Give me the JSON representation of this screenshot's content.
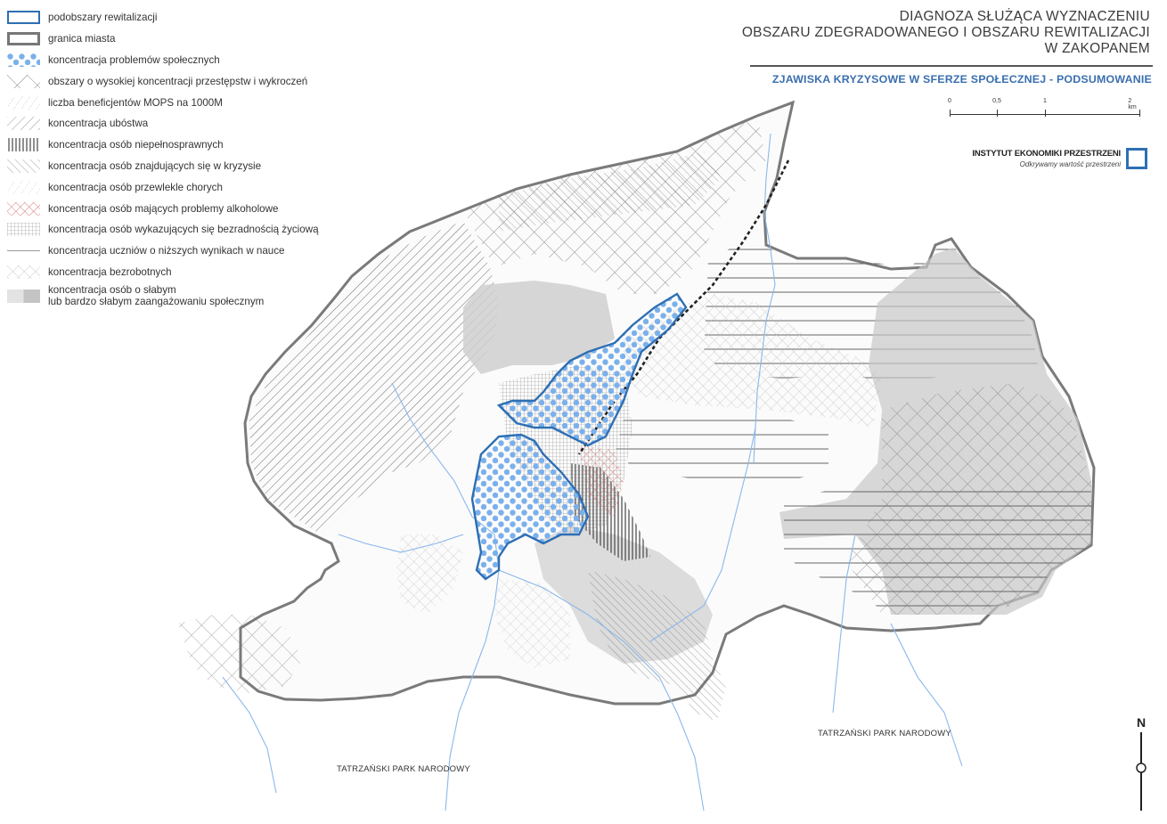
{
  "title": {
    "lines": [
      "DIAGNOZA SŁUŻĄCA WYZNACZENIU",
      "OBSZARU ZDEGRADOWANEGO I OBSZARU REWITALIZACJI",
      "W ZAKOPANEM"
    ],
    "subtitle": "ZJAWISKA KRYZYSOWE W SFERZE SPOŁECZNEJ - PODSUMOWANIE"
  },
  "scale": {
    "ticks": [
      "0",
      "0,5",
      "1",
      "2 km"
    ]
  },
  "institute": {
    "name": "INSTYTUT EKONOMIKI PRZESTRZENI",
    "tagline": "Odkrywamy wartość przestrzeni"
  },
  "legend": [
    {
      "label": "podobszary rewitalizacji",
      "icon": "blue-outline"
    },
    {
      "label": "granica miasta",
      "icon": "grey-outline"
    },
    {
      "label": "koncentracja problemów społecznych",
      "icon": "blue-dots"
    },
    {
      "label": "obszary o wysokiej koncentracji przestępstw i wykroczeń",
      "icon": "cross-hatch"
    },
    {
      "label": "liczba beneficjentów MOPS na 1000M",
      "icon": "thin-diagonal"
    },
    {
      "label": "koncentracja ubóstwa",
      "icon": "diagonal-hatch"
    },
    {
      "label": "koncentracja osób niepełnosprawnych",
      "icon": "vertical-lines"
    },
    {
      "label": "koncentracja osób znajdujących się w kryzysie",
      "icon": "backslash-hatch"
    },
    {
      "label": "koncentracja osób przewlekle chorych",
      "icon": "light-diagonal"
    },
    {
      "label": "koncentracja osób mających problemy alkoholowe",
      "icon": "red-cross-hatch"
    },
    {
      "label": "koncentracja osób wykazujących się bezradnością życiową",
      "icon": "grid"
    },
    {
      "label": "koncentracja uczniów o niższych wynikach w nauce",
      "icon": "horizontal-lines"
    },
    {
      "label": "koncentracja bezrobotnych",
      "icon": "grey-cross"
    },
    {
      "label": "koncentracja osób o słabym",
      "label2": "lub bardzo słabym zaangażowaniu społecznym",
      "icon": "grey-fill"
    }
  ],
  "places": {
    "park_east": "TATRZAŃSKI PARK NARODOWY",
    "park_west": "TATRZAŃSKI PARK NARODOWY"
  },
  "north": "N",
  "colors": {
    "accent": "#2e6fb4",
    "city_border": "#777777",
    "river": "#7fb0e6",
    "subtitle": "#3a6fb0"
  }
}
